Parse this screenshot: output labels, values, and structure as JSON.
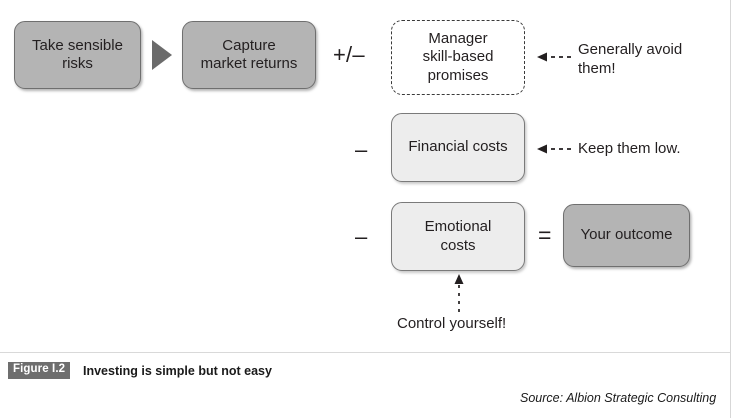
{
  "figure": {
    "badge": "Figure I.2",
    "caption": "Investing is simple but not easy",
    "source": "Source: Albion Strategic Consulting"
  },
  "diagram": {
    "nodes": [
      {
        "id": "take-sensible-risks",
        "label": "Take sensible\nrisks",
        "style": "dark"
      },
      {
        "id": "capture-market-returns",
        "label": "Capture\nmarket returns",
        "style": "dark"
      },
      {
        "id": "manager-skill-promises",
        "label": "Manager\nskill-based\npromises",
        "style": "dashed"
      },
      {
        "id": "financial-costs",
        "label": "Financial costs",
        "style": "light"
      },
      {
        "id": "emotional-costs",
        "label": "Emotional\ncosts",
        "style": "light"
      },
      {
        "id": "your-outcome",
        "label": "Your outcome",
        "style": "dark"
      }
    ],
    "operators": [
      {
        "id": "plus-minus",
        "symbol": "+/–"
      },
      {
        "id": "minus-costs",
        "symbol": "–"
      },
      {
        "id": "minus-emot",
        "symbol": "–"
      },
      {
        "id": "equals",
        "symbol": "="
      }
    ],
    "annotations": [
      {
        "id": "avoid-them",
        "text": "Generally avoid\nthem!"
      },
      {
        "id": "keep-them-low",
        "text": "Keep them low."
      },
      {
        "id": "control-yourself",
        "text": "Control yourself!"
      }
    ]
  },
  "colors": {
    "box_dark_fill": "#b4b4b4",
    "box_light_fill": "#ededed",
    "box_border": "#6f6f6f",
    "badge_bg": "#6e6e6e",
    "text": "#231f20"
  }
}
